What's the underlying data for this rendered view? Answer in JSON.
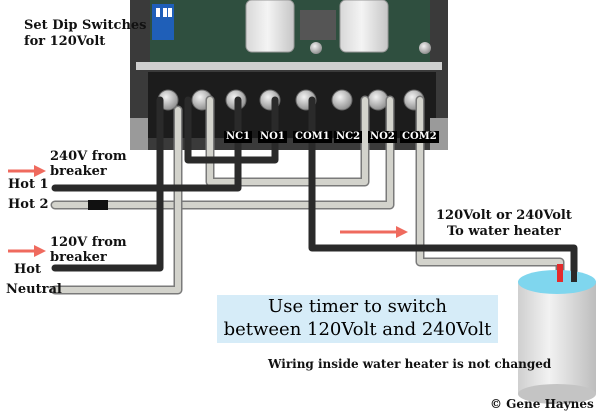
{
  "notes": {
    "dip": [
      "Set Dip Switches",
      "for 120Volt"
    ],
    "source_240": [
      "240V from",
      "breaker"
    ],
    "source_120": [
      "120V from",
      "breaker"
    ],
    "hot1": "Hot 1",
    "hot2": "Hot 2",
    "hot": "Hot",
    "neutral": "Neutral",
    "load": [
      "120Volt or 240Volt",
      "To water heater"
    ],
    "banner": [
      "Use timer to switch",
      "between 120Volt and 240Volt"
    ],
    "inside": "Wiring inside water heater is not changed",
    "credit": "© Gene Haynes"
  },
  "terminals": [
    "NC1",
    "NO1",
    "COM1",
    "NC2",
    "NO2",
    "COM2"
  ],
  "colors": {
    "wire_black": "#2a2a2a",
    "wire_gray": "#c9c9c3",
    "arrow": "#ef6a5e",
    "banner_bg": "#d6ecf8",
    "heater_top": "#7fd6ee",
    "board": "#2f4f3f"
  }
}
